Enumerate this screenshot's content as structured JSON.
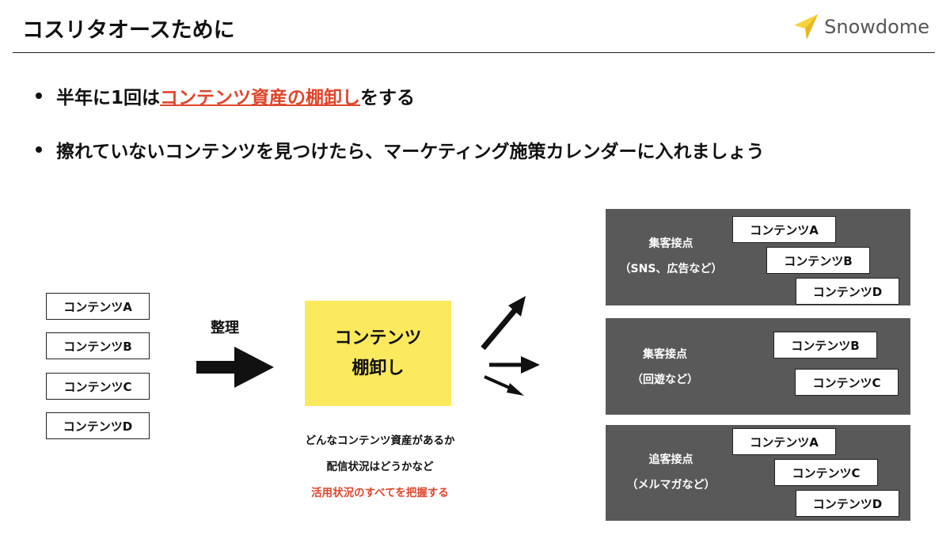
{
  "header": {
    "title": "コスリタオースために",
    "logo_text": "Snowdome"
  },
  "bullets": [
    {
      "pre": "半年に1回は",
      "highlight": "コンテンツ資産の棚卸し",
      "post": "をする"
    },
    {
      "text": "擦れていないコンテンツを見つけたら、マーケティング施策カレンダーに入れましょう"
    }
  ],
  "left_contents": [
    "コンテンツA",
    "コンテンツB",
    "コンテンツC",
    "コンテンツD"
  ],
  "arrow_label": "整理",
  "center_box": {
    "line1": "コンテンツ",
    "line2": "棚卸し"
  },
  "notes": {
    "line1": "どんなコンテンツ資産があるか",
    "line2": "配信状況はどうかなど",
    "line3": "活用状況のすべてを把握する"
  },
  "panels": [
    {
      "title": "集客接点",
      "sub": "（SNS、広告など）",
      "items": [
        "コンテンツA",
        "コンテンツB",
        "コンテンツD"
      ]
    },
    {
      "title": "集客接点",
      "sub": "（回遊など）",
      "items": [
        "コンテンツB",
        "コンテンツC"
      ]
    },
    {
      "title": "追客接点",
      "sub": "（メルマガなど）",
      "items": [
        "コンテンツA",
        "コンテンツC",
        "コンテンツD"
      ]
    }
  ],
  "colors": {
    "accent": "#e0452b",
    "yellow": "#fbe95e",
    "panel": "#595959"
  }
}
